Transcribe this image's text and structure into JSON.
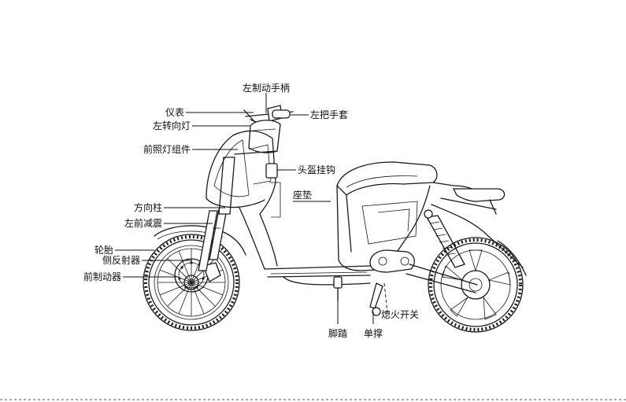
{
  "labels": {
    "left_brake_lever": "左制动手柄",
    "meter": "仪表",
    "left_grip": "左把手套",
    "left_turn_signal": "左转向灯",
    "headlight_assembly": "前照灯组件",
    "helmet_hook": "头盔挂钩",
    "seat": "座垫",
    "steering_column": "方向柱",
    "left_front_shock": "左前减震",
    "tire": "轮胎",
    "side_reflector": "侧反射器",
    "front_brake": "前制动器",
    "footrest": "脚踏",
    "ignition_switch": "熄火开关",
    "single_stand": "单撑"
  },
  "colors": {
    "line": "#1a1a1a",
    "background": "#ffffff"
  }
}
